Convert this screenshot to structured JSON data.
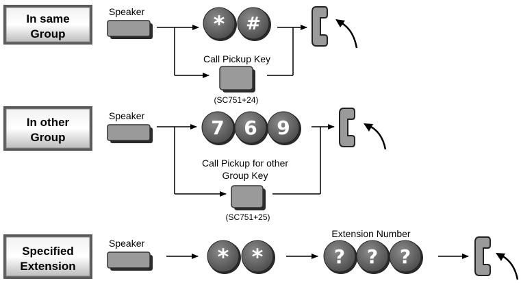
{
  "rows": [
    {
      "box_line1": "In same",
      "box_line2": "Group",
      "speaker_label": "Speaker",
      "keys": [
        "*",
        "#"
      ],
      "pickup_label_line1": "Call Pickup Key",
      "pickup_label_line2": "",
      "pickup_code": "(SC751+24)"
    },
    {
      "box_line1": "In other",
      "box_line2": "Group",
      "speaker_label": "Speaker",
      "keys": [
        "7",
        "6",
        "9"
      ],
      "pickup_label_line1": "Call Pickup for other",
      "pickup_label_line2": "Group Key",
      "pickup_code": "(SC751+25)"
    },
    {
      "box_line1": "Specified",
      "box_line2": "Extension",
      "speaker_label": "Speaker",
      "keys": [
        "*",
        "*"
      ],
      "extension_label": "Extension Number",
      "extension_keys": [
        "?",
        "?",
        "?"
      ]
    }
  ],
  "icons": [
    "speaker-key-icon",
    "handset-icon",
    "hook-arrow-icon",
    "keypad-key-icon",
    "program-key-icon"
  ]
}
